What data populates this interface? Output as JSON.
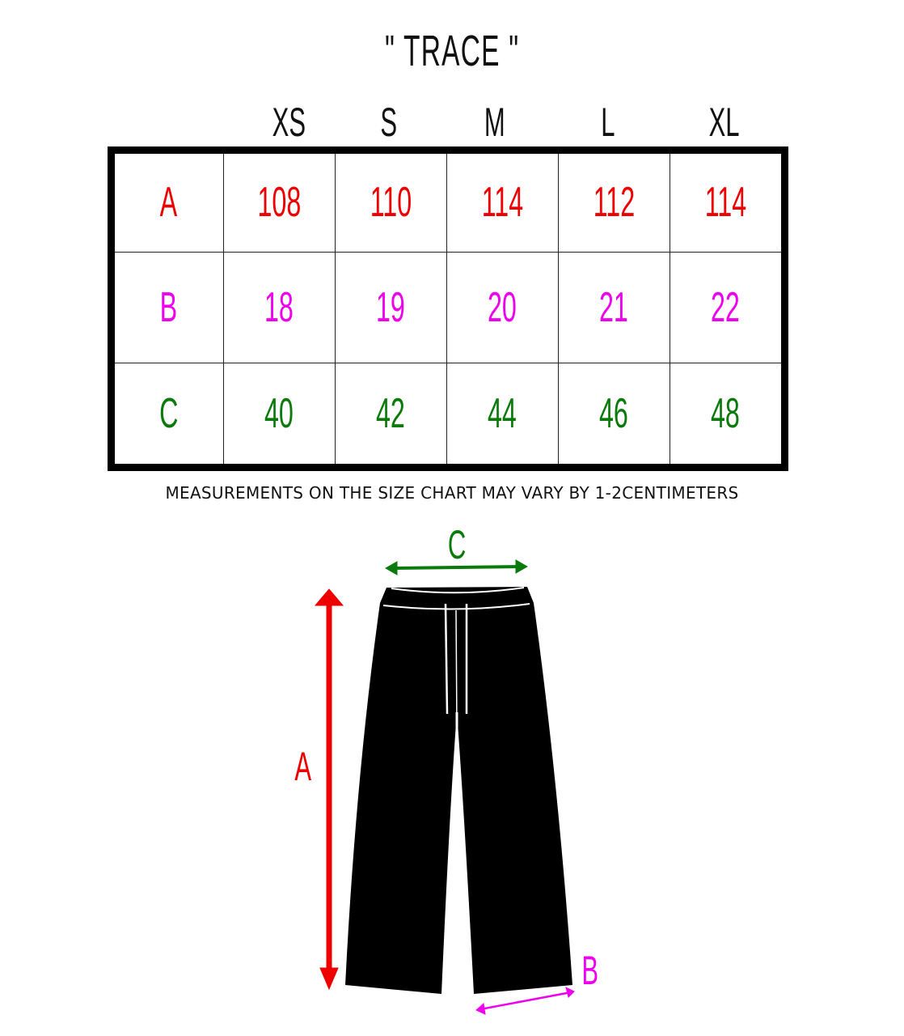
{
  "title": "\" TRACE \"",
  "colors": {
    "A": "#ee0000",
    "B": "#ee00ee",
    "C": "#0a7a0a",
    "border": "#000000"
  },
  "chart_data": {
    "type": "table",
    "title": "\" TRACE \"",
    "columns": [
      "XS",
      "S",
      "M",
      "L",
      "XL"
    ],
    "rows": [
      {
        "label": "A",
        "values": [
          108,
          110,
          114,
          112,
          114
        ]
      },
      {
        "label": "B",
        "values": [
          18,
          19,
          20,
          21,
          22
        ]
      },
      {
        "label": "C",
        "values": [
          40,
          42,
          44,
          46,
          48
        ]
      }
    ]
  },
  "table": {
    "headers": [
      "XS",
      "S",
      "M",
      "L",
      "XL"
    ],
    "rows": [
      {
        "label": "A",
        "cells": [
          "108",
          "110",
          "114",
          "112",
          "114"
        ]
      },
      {
        "label": "B",
        "cells": [
          "18",
          "19",
          "20",
          "21",
          "22"
        ]
      },
      {
        "label": "C",
        "cells": [
          "40",
          "42",
          "44",
          "46",
          "48"
        ]
      }
    ]
  },
  "note": "MEASUREMENTS ON THE SIZE CHART MAY VARY BY 1-2CENTIMETERS",
  "diagram": {
    "label_A": "A",
    "label_B": "B",
    "label_C": "C",
    "garment": "pants-icon"
  }
}
